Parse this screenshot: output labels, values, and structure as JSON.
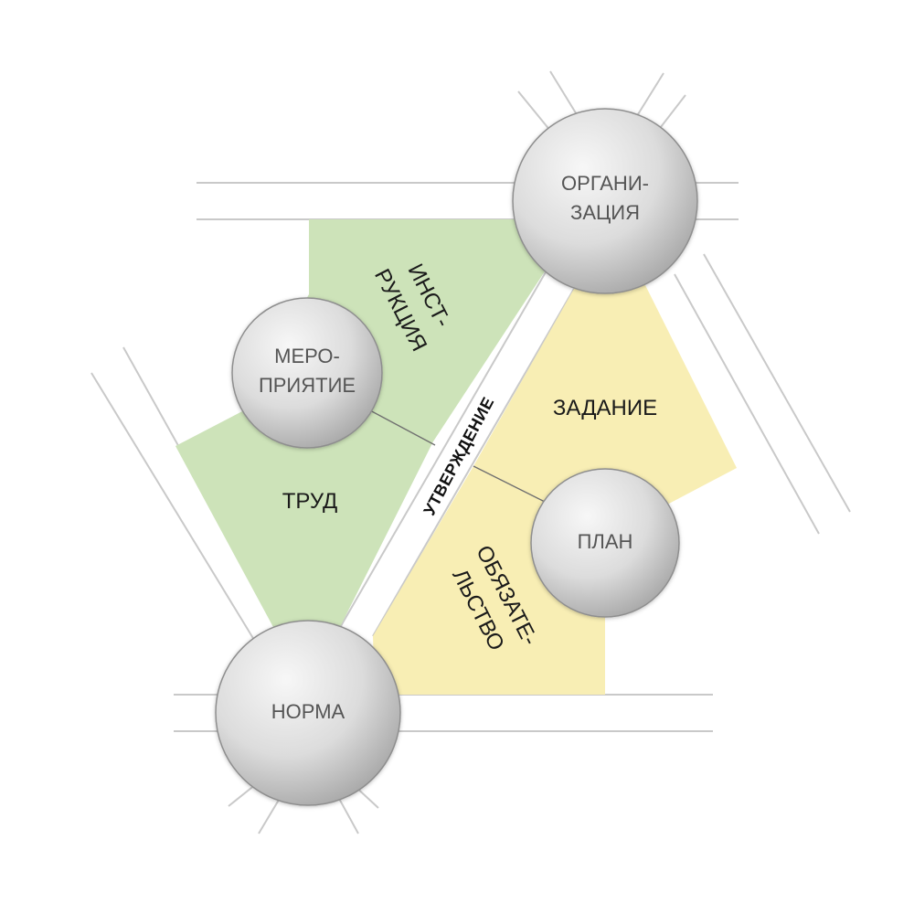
{
  "colors": {
    "green_region": "#cde3b9",
    "yellow_region": "#f8eeb4",
    "edge_stroke": "#6f6f6f",
    "guide_line": "#c9c9c9",
    "circle_light": "#f6f6f6",
    "circle_dark": "#a8a8a8",
    "circle_text": "#555555",
    "region_text": "#1a1a1a"
  },
  "circles": {
    "organization": "ОРГАНИ-\nЗАЦИЯ",
    "event": "МЕРО-\nПРИЯТИЕ",
    "plan": "ПЛАН",
    "norm": "НОРМА"
  },
  "regions": {
    "instruction": "ИНСТ-\nРУКЦИЯ",
    "labor": "ТРУД",
    "task": "ЗАДАНИЕ",
    "obligation": "ОБЯЗАТЕ-\nЛЬСТВО"
  },
  "band": {
    "approval": "УТВЕРЖДЕНИЕ"
  }
}
